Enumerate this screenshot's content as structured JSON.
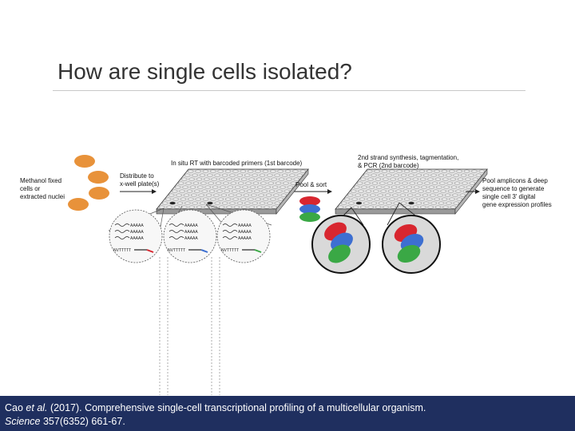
{
  "slide": {
    "title": "How are single cells isolated?"
  },
  "figure": {
    "labels": {
      "fixed_cells": [
        "Methanol fixed",
        "cells or",
        "extracted nuclei"
      ],
      "distribute": [
        "Distribute to",
        "x-well plate(s)"
      ],
      "rt": "In situ RT with barcoded primers (1st barcode)",
      "second": [
        "2nd strand synthesis, tagmentation,",
        "& PCR (2nd barcode)"
      ],
      "pool_sort": "Pool & sort",
      "pool_amplicons": [
        "Pool amplicons & deep",
        "sequence to generate",
        "single cell 3' digital",
        "gene expression profiles"
      ],
      "polya": "AAAAA",
      "primer": "NVTTTTT"
    },
    "colors": {
      "cell": "#e8923a",
      "red": "#d8262f",
      "blue": "#3d6fd1",
      "green": "#3aa845"
    }
  },
  "citation": {
    "authors": "Cao",
    "etal": "et al.",
    "rest1": " (2017). Comprehensive single-cell transcriptional profiling of a multicellular organism.",
    "journal": "Science",
    "rest2": " 357(6352) 661-67."
  }
}
